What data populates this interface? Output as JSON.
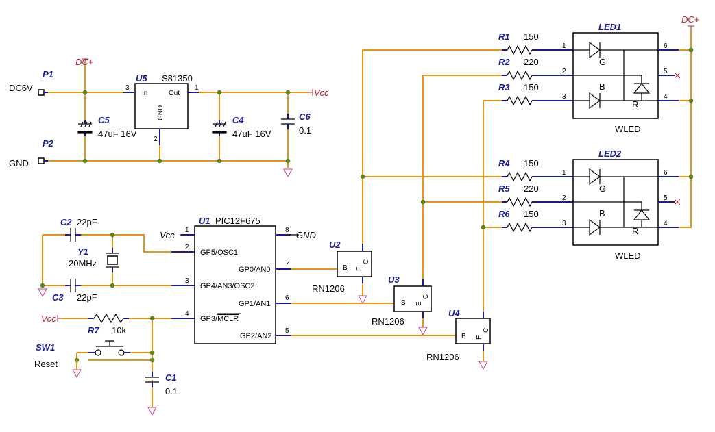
{
  "power": {
    "dcplus_1": "DC+",
    "dcplus_2": "DC+",
    "vcc_regulator": "Vcc",
    "vcc_mcu": "Vcc",
    "vcc_reset": "Vcc",
    "gnd_mcu": "GND"
  },
  "connectors": {
    "p1": {
      "ref": "P1",
      "label": "DC6V"
    },
    "p2": {
      "ref": "P2",
      "label": "GND"
    }
  },
  "regulator": {
    "ref": "U5",
    "part": "S81350",
    "pin_in": "In",
    "pin_out": "Out",
    "pin_gnd": "GND",
    "pin_in_num": "3",
    "pin_out_num": "1",
    "pin_gnd_num": "2"
  },
  "capacitors": {
    "c5": {
      "ref": "C5",
      "value": "47uF 16V"
    },
    "c4": {
      "ref": "C4",
      "value": "47uF 16V"
    },
    "c6": {
      "ref": "C6",
      "value": "0.1"
    },
    "c2": {
      "ref": "C2",
      "value": "22pF"
    },
    "c3": {
      "ref": "C3",
      "value": "22pF"
    },
    "c1": {
      "ref": "C1",
      "value": "0.1"
    }
  },
  "crystal": {
    "ref": "Y1",
    "value": "20MHz"
  },
  "mcu": {
    "ref": "U1",
    "part": "PIC12F675",
    "pins": {
      "p1": {
        "num": "1"
      },
      "p2": {
        "num": "2",
        "name": "GP5/OSC1"
      },
      "p3": {
        "num": "3",
        "name": "GP4/AN3/OSC2"
      },
      "p4": {
        "num": "4",
        "name_prefix": "GP3/",
        "name_bar": "MCLR"
      },
      "p5": {
        "num": "5",
        "name": "GP2/AN2"
      },
      "p6": {
        "num": "6",
        "name": "GP1/AN1"
      },
      "p7": {
        "num": "7",
        "name": "GP0/AN0"
      },
      "p8": {
        "num": "8"
      }
    }
  },
  "reset": {
    "r7": {
      "ref": "R7",
      "value": "10k"
    },
    "sw1": {
      "ref": "SW1",
      "label": "Reset"
    }
  },
  "transistors": {
    "u2": {
      "ref": "U2",
      "part": "RN1206",
      "b": "B",
      "e": "E",
      "c": "C"
    },
    "u3": {
      "ref": "U3",
      "part": "RN1206",
      "b": "B",
      "e": "E",
      "c": "C"
    },
    "u4": {
      "ref": "U4",
      "part": "RN1206",
      "b": "B",
      "e": "E",
      "c": "C"
    }
  },
  "resistors": {
    "r1": {
      "ref": "R1",
      "value": "150"
    },
    "r2": {
      "ref": "R2",
      "value": "220"
    },
    "r3": {
      "ref": "R3",
      "value": "150"
    },
    "r4": {
      "ref": "R4",
      "value": "150"
    },
    "r5": {
      "ref": "R5",
      "value": "220"
    },
    "r6": {
      "ref": "R6",
      "value": "150"
    }
  },
  "leds": {
    "led1": {
      "ref": "LED1",
      "part": "WLED",
      "g": "G",
      "b": "B",
      "r": "R",
      "pin1": "1",
      "pin2": "2",
      "pin3": "3",
      "pin4": "4",
      "pin5": "5",
      "pin6": "6"
    },
    "led2": {
      "ref": "LED2",
      "part": "WLED",
      "g": "G",
      "b": "B",
      "r": "R",
      "pin1": "1",
      "pin2": "2",
      "pin3": "3",
      "pin4": "4",
      "pin5": "5",
      "pin6": "6"
    }
  },
  "colors": {
    "wire": "#e8960e",
    "pin": "#1a1a8c",
    "junction": "#5a8a18",
    "reference": "#1a1aa0",
    "power": "#c82030",
    "ground": "#d23a8a"
  }
}
